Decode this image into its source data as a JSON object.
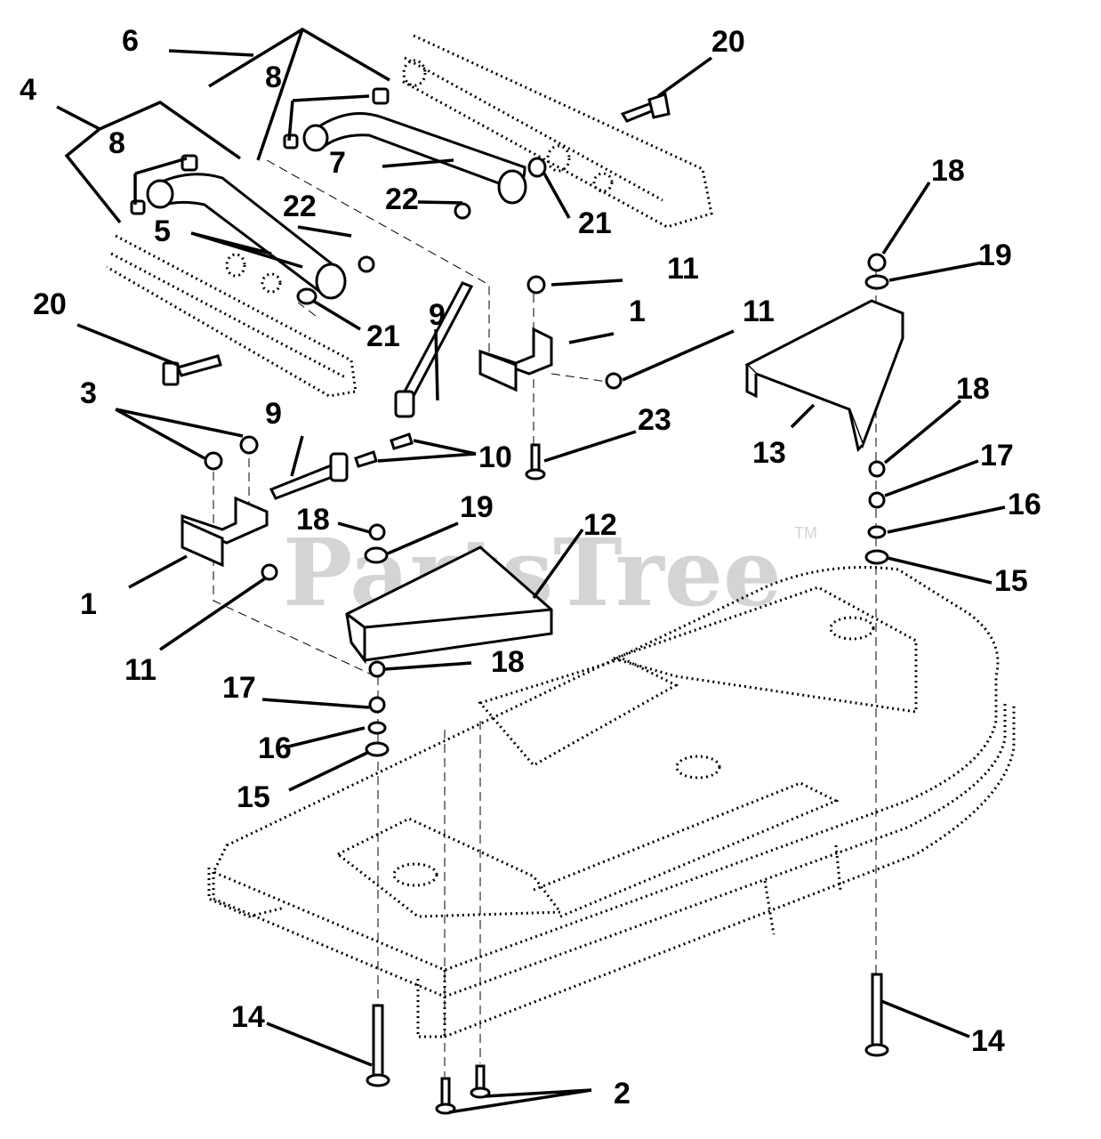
{
  "watermark": "PartsTree",
  "trademark": "TM",
  "callouts": {
    "c6": "6",
    "c8a": "8",
    "c4": "4",
    "c8b": "8",
    "c5": "5",
    "c7": "7",
    "c20a": "20",
    "c20b": "20",
    "c21a": "21",
    "c21b": "21",
    "c22a": "22",
    "c22b": "22",
    "c11a": "11",
    "c11b": "11",
    "c11c": "11",
    "c1a": "1",
    "c1b": "1",
    "c9a": "9",
    "c9b": "9",
    "c3": "3",
    "c10": "10",
    "c23": "23",
    "c18a": "18",
    "c18b": "18",
    "c18c": "18",
    "c18d": "18",
    "c19a": "19",
    "c19b": "19",
    "c13": "13",
    "c17a": "17",
    "c17b": "17",
    "c16a": "16",
    "c16b": "16",
    "c15a": "15",
    "c15b": "15",
    "c12": "12",
    "c14a": "14",
    "c14b": "14",
    "c2": "2"
  }
}
